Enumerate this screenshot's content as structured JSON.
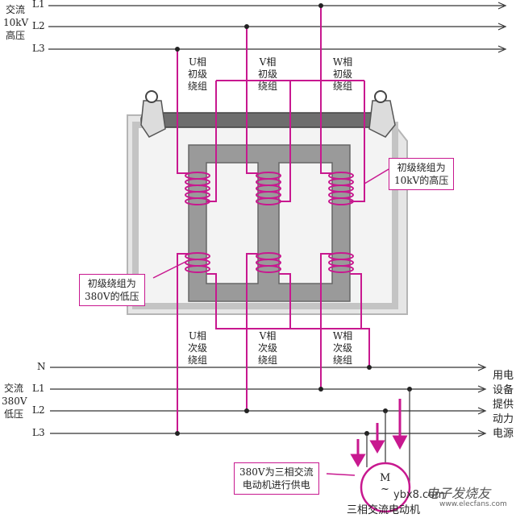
{
  "lines_hv": {
    "group_label": "交流\n10kV\n高压",
    "l1": "L1",
    "l2": "L2",
    "l3": "L3"
  },
  "lines_lv": {
    "group_label": "交流\n380V\n低压",
    "n": "N",
    "l1": "L1",
    "l2": "L2",
    "l3": "L3"
  },
  "primary_labels": [
    {
      "phase": "U相",
      "kind": "初级",
      "word": "绕组"
    },
    {
      "phase": "V相",
      "kind": "初级",
      "word": "绕组"
    },
    {
      "phase": "W相",
      "kind": "初级",
      "word": "绕组"
    }
  ],
  "secondary_labels": [
    {
      "phase": "U相",
      "kind": "次级",
      "word": "绕组"
    },
    {
      "phase": "V相",
      "kind": "次级",
      "word": "绕组"
    },
    {
      "phase": "W相",
      "kind": "次级",
      "word": "绕组"
    }
  ],
  "callouts": {
    "primary_high": "初级绕组为\n10kV的高压",
    "secondary_low": "初级绕组为\n380V的低压",
    "motor_supply": "380V为三相交流\n电动机进行供电"
  },
  "right_column": [
    "用电",
    "设备",
    "提供",
    "动力",
    "电源"
  ],
  "motor": {
    "symbol": "M",
    "tilde": "~",
    "caption": "三相交流电动机"
  },
  "watermark": {
    "site": "ybx8.com",
    "brand": "电子发烧友",
    "url": "www.elecfans.com"
  },
  "colors": {
    "wire": "#c8188f",
    "line": "#333333",
    "core": "#9a9a9a",
    "frame": "#c8c8c8"
  }
}
